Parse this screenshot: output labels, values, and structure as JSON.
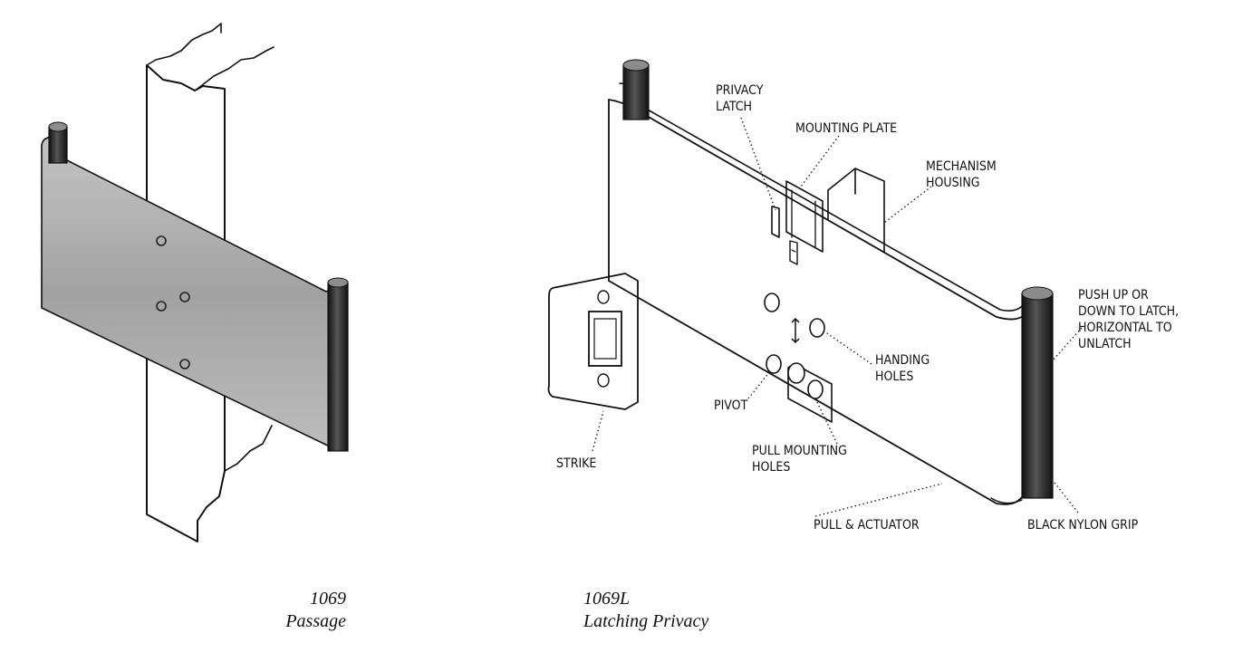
{
  "figure_left": {
    "model": "1069",
    "name": "Passage"
  },
  "figure_right": {
    "model": "1069L",
    "name": "Latching Privacy",
    "callouts": {
      "privacy_latch": [
        "PRIVACY",
        "LATCH"
      ],
      "mounting_plate": [
        "MOUNTING PLATE"
      ],
      "mechanism_housing": [
        "MECHANISM",
        "HOUSING"
      ],
      "push_up_note": [
        "PUSH UP OR",
        "DOWN TO LATCH,",
        "HORIZONTAL TO",
        "UNLATCH"
      ],
      "handing_holes": [
        "HANDING",
        "HOLES"
      ],
      "pivot": [
        "PIVOT"
      ],
      "strike": [
        "STRIKE"
      ],
      "pull_mounting_holes": [
        "PULL MOUNTING",
        "HOLES"
      ],
      "pull_actuator": [
        "PULL & ACTUATOR"
      ],
      "black_nylon_grip": [
        "BLACK NYLON GRIP"
      ]
    }
  },
  "colors": {
    "ink": "#111111",
    "pull_shade": "#9a9a9a",
    "grip": "#2a2a2a",
    "grip_cap": "#8c8c8c"
  }
}
